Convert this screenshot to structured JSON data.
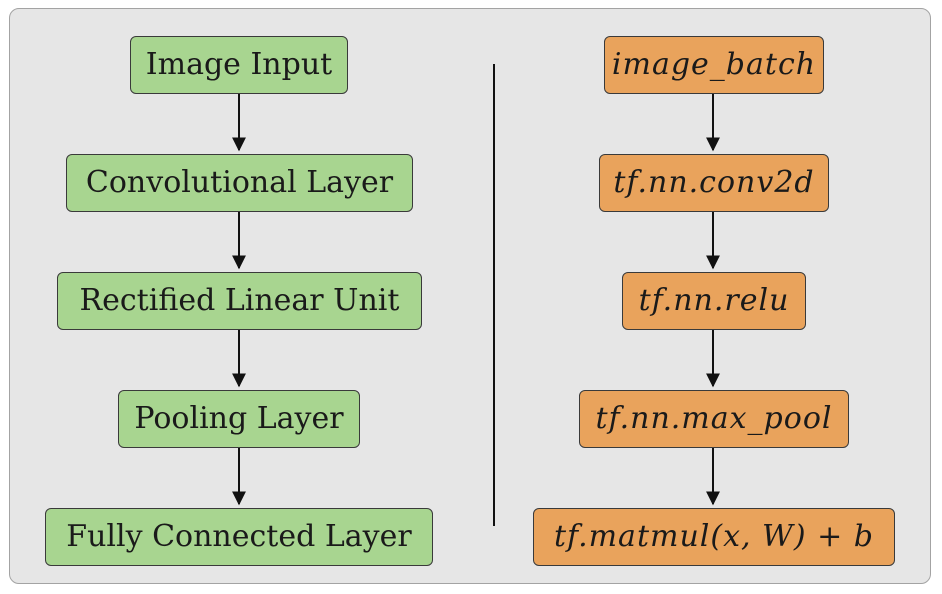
{
  "diagram": {
    "left_flow": {
      "nodes": [
        "Image Input",
        "Convolutional Layer",
        "Rectified Linear Unit",
        "Pooling Layer",
        "Fully Connected Layer"
      ],
      "fill": "#a8d590"
    },
    "right_flow": {
      "nodes": [
        "image_batch",
        "tf.nn.conv2d",
        "tf.nn.relu",
        "tf.nn.max_pool",
        "tf.matmul(x, W) + b"
      ],
      "fill": "#e9a35c"
    },
    "panel_background": "#e6e6e6",
    "border_color": "#3a3a3a"
  }
}
